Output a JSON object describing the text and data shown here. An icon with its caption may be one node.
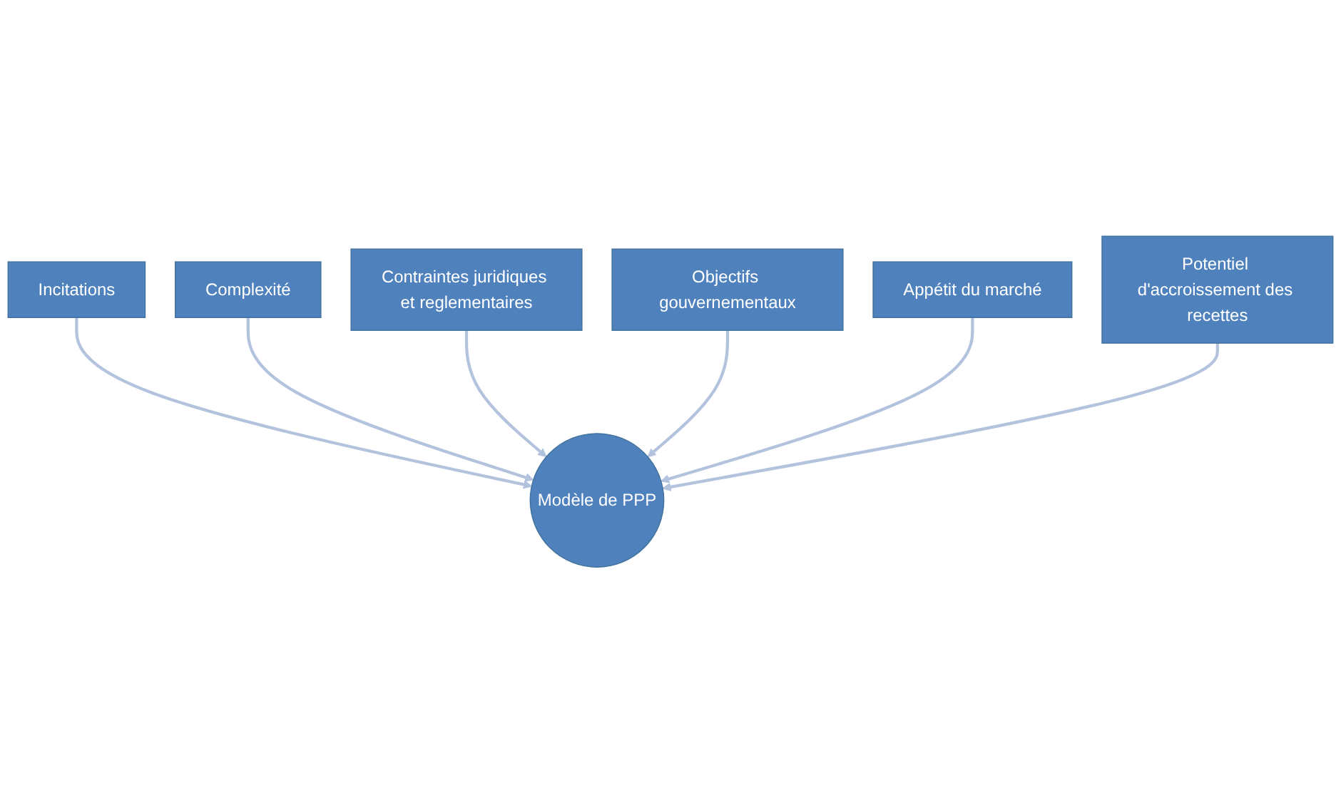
{
  "diagram": {
    "nodes": [
      {
        "text": [
          "Incitations"
        ]
      },
      {
        "text": [
          "Complexité"
        ]
      },
      {
        "text": [
          "Contraintes juridiques et reglementaires"
        ]
      },
      {
        "text": [
          "Objectifs gouvernementaux"
        ]
      },
      {
        "text": [
          "Appétit du marché"
        ]
      },
      {
        "text": [
          "Potentiel d'accroissement des recettes"
        ]
      },
      {
        "text": [
          "Modèle de PPP"
        ]
      }
    ],
    "edges": [
      {
        "from": 0,
        "to": 6,
        "arrow": "to"
      },
      {
        "from": 1,
        "to": 6,
        "arrow": "to"
      },
      {
        "from": 2,
        "to": 6,
        "arrow": "to"
      },
      {
        "from": 3,
        "to": 6,
        "arrow": "to"
      },
      {
        "from": 4,
        "to": 6,
        "arrow": "to"
      },
      {
        "from": 5,
        "to": 6,
        "arrow": "to"
      }
    ]
  }
}
